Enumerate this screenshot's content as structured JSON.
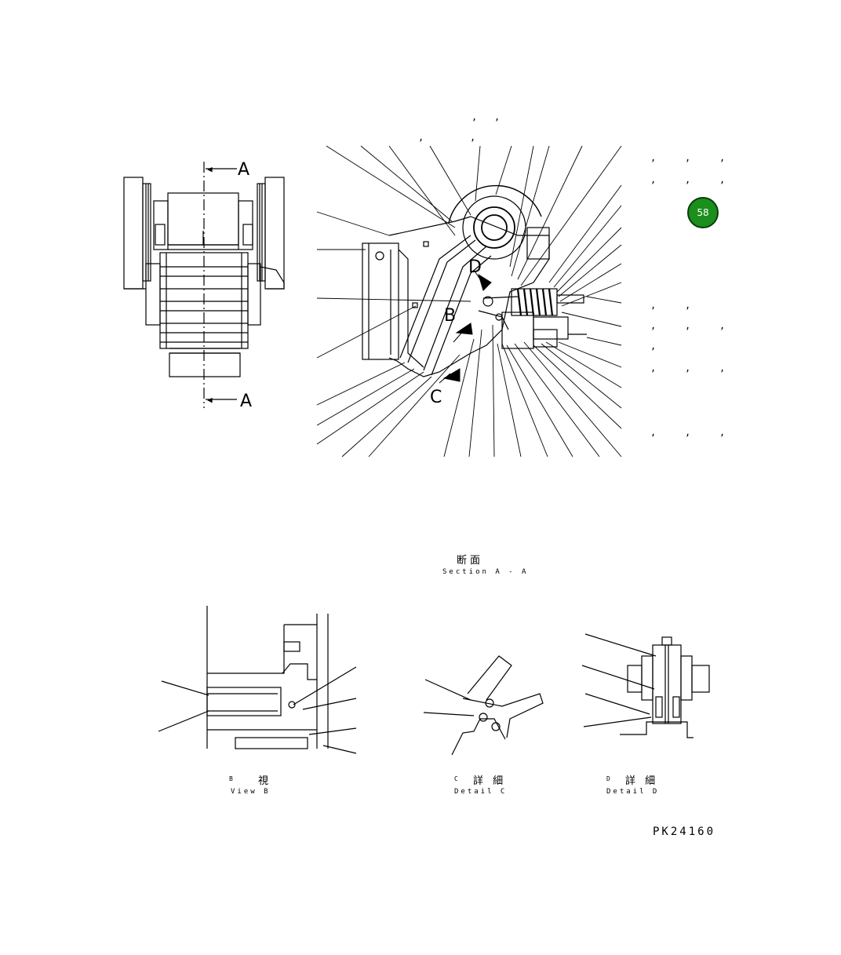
{
  "section_marker": {
    "top_label": "A",
    "bottom_label": "A"
  },
  "callout_letters": {
    "b": "B",
    "c": "C",
    "d": "D"
  },
  "badge": {
    "number": "58",
    "color": "#1b8f1b"
  },
  "section_caption": {
    "jp": "断面",
    "en": "Section A - A"
  },
  "view_b_caption": {
    "letter": "B",
    "jp": "視",
    "en": "View B"
  },
  "detail_c_caption": {
    "letter": "C",
    "jp": "詳 細",
    "en": "Detail C"
  },
  "detail_d_caption": {
    "letter": "D",
    "jp": "詳 細",
    "en": "Detail D"
  },
  "drawing_code": "PK24160",
  "separator": ","
}
